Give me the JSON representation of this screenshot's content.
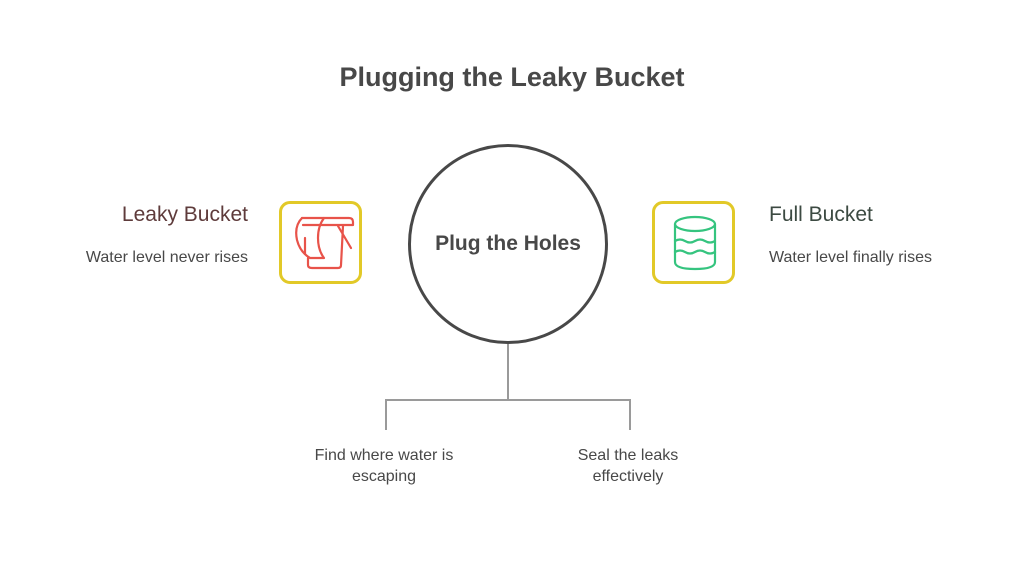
{
  "title": "Plugging the Leaky Bucket",
  "center": {
    "label": "Plug the Holes"
  },
  "left": {
    "heading": "Leaky Bucket",
    "description": "Water level never rises",
    "icon": "leaky-bucket-icon",
    "color": "#e8534a",
    "heading_color": "#5e3b3b"
  },
  "right": {
    "heading": "Full Bucket",
    "description": "Water level finally rises",
    "icon": "water-cylinder-icon",
    "color": "#35c47f",
    "heading_color": "#3c4a42"
  },
  "branches": [
    {
      "line1": "Find where water is",
      "line2": "escaping"
    },
    {
      "line1": "Seal the leaks",
      "line2": "effectively"
    }
  ]
}
